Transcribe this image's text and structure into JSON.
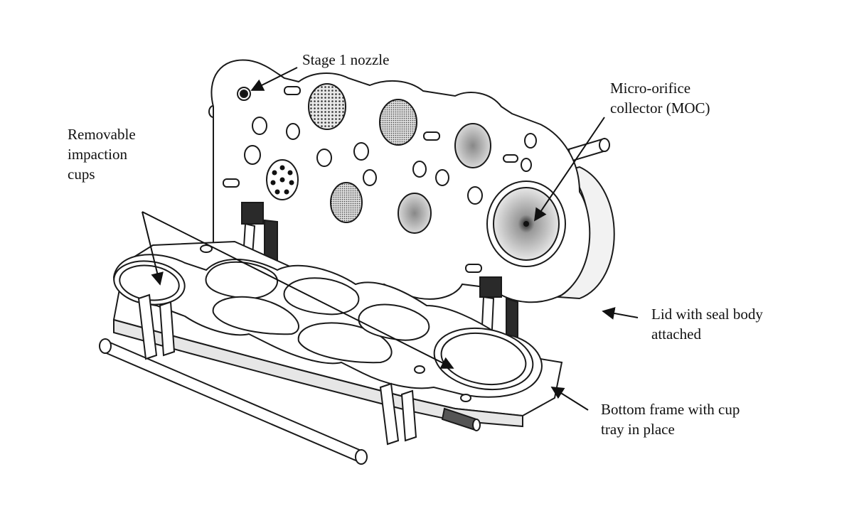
{
  "labels": {
    "stage1_nozzle": "Stage 1 nozzle",
    "moc": [
      "Micro-orifice",
      "collector (MOC)"
    ],
    "cups": [
      "Removable",
      "impaction",
      "cups"
    ],
    "lid": [
      "Lid with seal body",
      "attached"
    ],
    "bottom_frame": [
      "Bottom frame with cup",
      "tray in place"
    ]
  },
  "colors": {
    "line": "#1a1a1a",
    "fill": "#ffffff",
    "dark": "#2a2a2a",
    "shade": "#cfcfcf"
  }
}
